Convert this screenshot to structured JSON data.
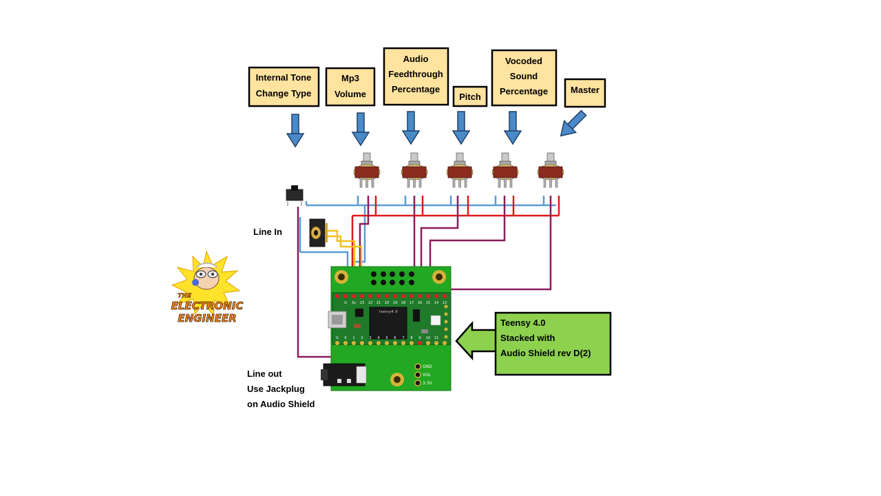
{
  "labels": {
    "internal_tone": [
      "Internal Tone",
      "Change Type"
    ],
    "mp3_volume": [
      "Mp3",
      "Volume"
    ],
    "audio_feedthrough": [
      "Audio",
      "Feedthrough",
      "Percentage"
    ],
    "pitch": [
      "Pitch"
    ],
    "vocoded_sound": [
      "Vocoded",
      "Sound",
      "Percentage"
    ],
    "master": [
      "Master"
    ],
    "line_in": "Line In",
    "line_out": [
      "Line out",
      "Use Jackplug",
      "on Audio Shield"
    ],
    "teensy": [
      "Teensy 4.0",
      "Stacked with",
      "Audio Shield rev D(2)"
    ]
  },
  "logo": {
    "line1": "THE",
    "line2": "ELECTRONIC",
    "line3": "ENGINEER"
  },
  "board": {
    "chip_text": "teensy4.0",
    "top_pins": [
      "G",
      "3v",
      "23",
      "22",
      "21",
      "20",
      "19",
      "18",
      "17",
      "16",
      "15",
      "14",
      "13"
    ],
    "bottom_pins": [
      "G",
      "0",
      "1",
      "2",
      "3",
      "4",
      "5",
      "6",
      "7",
      "8",
      "9",
      "10",
      "11"
    ],
    "power_pads": [
      "GND",
      "VOL",
      "3.3V"
    ]
  },
  "colors": {
    "label_box": "#ffe39f",
    "arrow": "#4a8ac8",
    "teensy_box": "#8dd14f",
    "pcb": "#22a822",
    "wire_blue": "#5b9bd5",
    "wire_red": "#e01818",
    "wire_purple": "#8a1c5a",
    "wire_yellow": "#f0c020"
  }
}
